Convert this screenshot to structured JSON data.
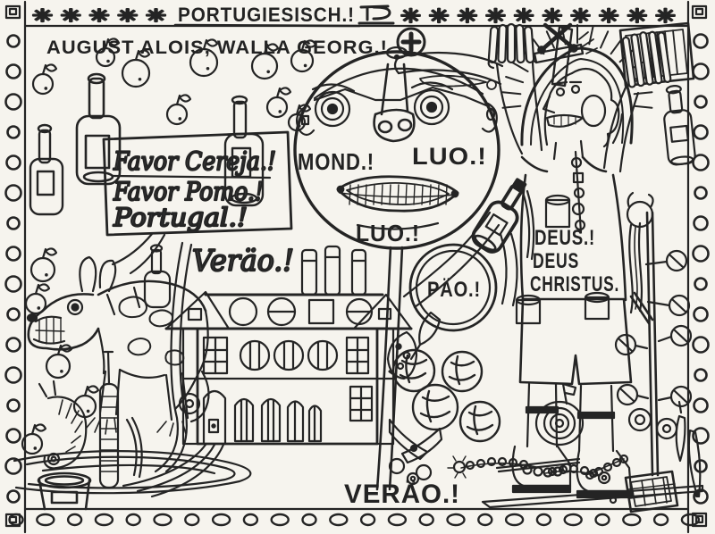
{
  "palette": {
    "paper": "#f6f4ee",
    "ink": "#232323",
    "pencil": "#8a857c"
  },
  "header": {
    "asterisks_left": "✳ ✳ ✳ ✳ ✳",
    "title": "PORTUGIESISCH.!",
    "asterisks_right": "✳ ✳ ✳ ✳ ✳ ✳ ✳ ✳ ✳ ✳",
    "artist_line": "AUGUST ALOIS, WALLA GEORG.!"
  },
  "sign": {
    "line1": "Favor Cereja.!",
    "line2": "Favor Pomo.!",
    "line3": "Portugal.!"
  },
  "moon_face": {
    "label_left": "MOND.!",
    "label_right": "LUO.!",
    "label_below": "LUO.!"
  },
  "summer_script": "Veräo.!",
  "bread_bubble": "PÄO.!",
  "deus": {
    "line1": "DEUS.!",
    "line2": "DEUS",
    "line3": "CHRISTUS."
  },
  "summer_caps": "VERÄO.!",
  "depicted_objects": [
    "decorative asterisk and circle border",
    "wine bottles",
    "apples",
    "hand-painted sign on post",
    "large moon face on pole",
    "house with chimneys",
    "spotted donkey",
    "striped worm",
    "striped candle pole",
    "bucket",
    "winding river",
    "bread rolls",
    "scissors",
    "haloed christ figure with cross",
    "grill held overhead",
    "dark bottle",
    "plant with berries",
    "carpet beater",
    "rosary bead chains",
    "boots",
    "balls",
    "pencil and brush"
  ]
}
